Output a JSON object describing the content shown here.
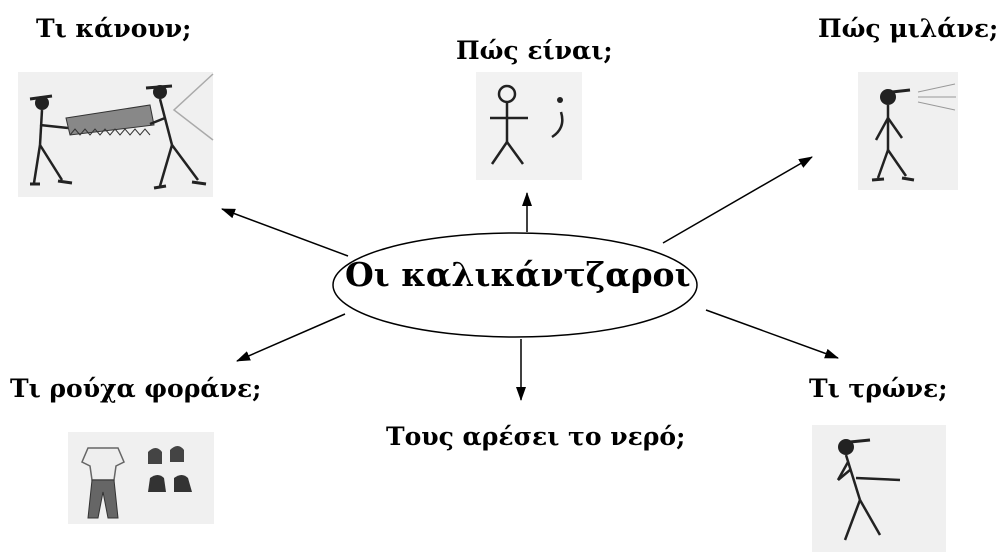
{
  "center": {
    "title": "Οι καλικάντζαροι"
  },
  "branches": {
    "what_they_do": "Τι κάνουν;",
    "what_they_look_like": "Πώς είναι;",
    "how_they_speak": "Πώς μιλάνε;",
    "what_clothes": "Τι ρούχα φοράνε;",
    "like_water": "Τους αρέσει το νερό;",
    "what_they_eat": "Τι τρώνε;"
  },
  "sketches": [
    {
      "name": "sawing-figures-sketch",
      "depicts": "two stick figures sawing a log"
    },
    {
      "name": "stick-figure-question-sketch",
      "depicts": "stick figure with question mark"
    },
    {
      "name": "speaking-figure-sketch",
      "depicts": "stick figure speaking"
    },
    {
      "name": "clothes-sketch",
      "depicts": "trousers, shirt and shoes"
    },
    {
      "name": "eating-figure-sketch",
      "depicts": "stick figure eating"
    }
  ]
}
